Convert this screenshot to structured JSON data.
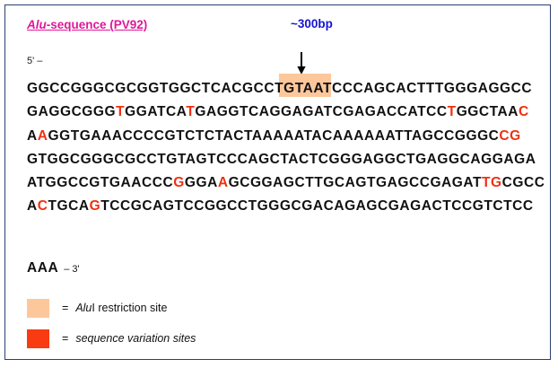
{
  "figure": {
    "title_italic": "Alu",
    "title_rest": "-sequence (PV92)",
    "size_label": "~300bp",
    "five_prime": "5' –",
    "three_prime": "– 3'",
    "tail_bases": "AAA",
    "arrow_icon": "down-arrow-icon",
    "colors": {
      "title": "#e0189a",
      "size_label": "#1414d2",
      "restriction_site_highlight": "#fcc89b",
      "variation_site": "#f83b10",
      "sequence_text": "#111111",
      "border": "#2c3f73"
    }
  },
  "sequence": {
    "lines": [
      [
        {
          "t": "GGCCGGGCGCGGTGGCTCACGCC",
          "c": "black"
        },
        {
          "t": "TGTA",
          "c": "black"
        },
        {
          "t": "ATCCCAGCACTTTGGGAGGCC",
          "c": "black"
        }
      ],
      [
        {
          "t": "GAGGCGGG",
          "c": "black"
        },
        {
          "t": "T",
          "c": "red"
        },
        {
          "t": "GGATCA",
          "c": "black"
        },
        {
          "t": "T",
          "c": "red"
        },
        {
          "t": "GAGGTCAGGAGATCGAGACCATCC",
          "c": "black"
        },
        {
          "t": "T",
          "c": "red"
        },
        {
          "t": "GGCTAA",
          "c": "black"
        },
        {
          "t": "C",
          "c": "red"
        }
      ],
      [
        {
          "t": "A",
          "c": "black"
        },
        {
          "t": "A",
          "c": "red"
        },
        {
          "t": "GGTGAAACCCCGTCTCTACTAAAAATACAAAAAATTAGCCGGGC",
          "c": "black"
        },
        {
          "t": "CG",
          "c": "red"
        }
      ],
      [
        {
          "t": "GTGGCGGGCGCCTGTAGTCCCAGCTACTCGGGAGGCTGAGGCAGGAGA",
          "c": "black"
        }
      ],
      [
        {
          "t": "ATGGCCGTGAACCC",
          "c": "black"
        },
        {
          "t": "G",
          "c": "red"
        },
        {
          "t": "GGA",
          "c": "black"
        },
        {
          "t": "A",
          "c": "red"
        },
        {
          "t": "GCGGAGCTTGCAGTGAGCCGAGAT",
          "c": "black"
        },
        {
          "t": "TG",
          "c": "red"
        },
        {
          "t": "CGCC",
          "c": "black"
        }
      ],
      [
        {
          "t": "A",
          "c": "black"
        },
        {
          "t": "C",
          "c": "red"
        },
        {
          "t": "TGCA",
          "c": "black"
        },
        {
          "t": "G",
          "c": "red"
        },
        {
          "t": "TCCGCAGTCCGGCCTGGGCGACAGAGCGAGACTCCGTCTCC",
          "c": "black"
        }
      ]
    ]
  },
  "legend": {
    "equals": "=",
    "items": [
      {
        "swatch": "alu-restriction-site-swatch",
        "label_italic": "Alu",
        "label_rest": "I restriction site"
      },
      {
        "swatch": "sequence-variation-swatch",
        "label_italic": "sequence variation sites",
        "label_rest": ""
      }
    ]
  }
}
